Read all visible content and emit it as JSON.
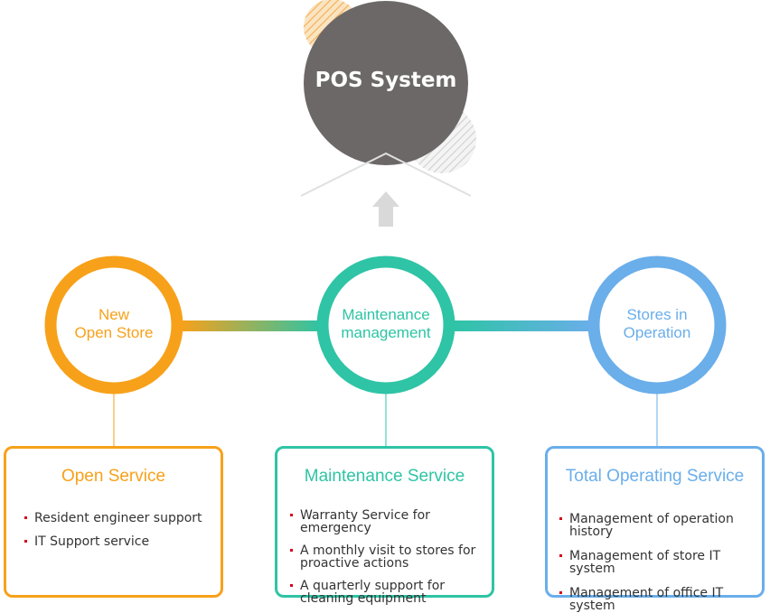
{
  "top": {
    "title": "POS System"
  },
  "nodes": [
    {
      "label": "New\nOpen Store"
    },
    {
      "label": "Maintenance\nmanagement"
    },
    {
      "label": "Stores in\nOperation"
    }
  ],
  "cards": [
    {
      "title": "Open Service",
      "items": [
        "Resident engineer support",
        "IT Support service"
      ]
    },
    {
      "title": "Maintenance Service",
      "items": [
        "Warranty Service for emergency",
        "A monthly visit to stores for proactive actions",
        "A quarterly support for cleaning equipment"
      ]
    },
    {
      "title": "Total Operating Service",
      "items": [
        "Management of operation history",
        "Management of store IT system",
        "Management of office IT system"
      ]
    }
  ],
  "colors": {
    "orange": "#f7a11a",
    "teal": "#2ec4a5",
    "blue": "#6aaeea",
    "pos_circle": "#6d6868",
    "arrow": "#d9d9d9",
    "bullet": "#d6001c"
  }
}
